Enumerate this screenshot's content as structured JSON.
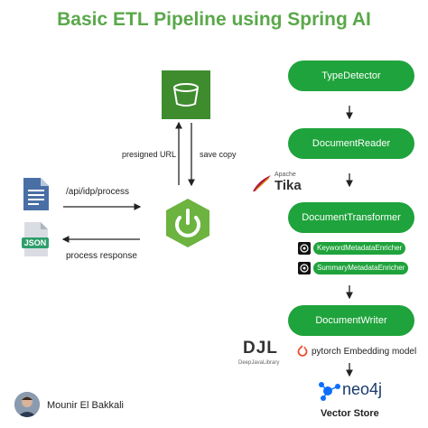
{
  "title": "Basic ETL Pipeline using Spring AI",
  "pipeline": {
    "type_detector": "TypeDetector",
    "document_reader": "DocumentReader",
    "document_transformer": "DocumentTransformer",
    "document_writer": "DocumentWriter"
  },
  "enrichers": {
    "keyword": "KeywordMetadataEnricher",
    "summary": "SummaryMetadataEnricher"
  },
  "labels": {
    "presigned_url": "presigned URL",
    "save_copy": "save copy",
    "api_endpoint": "/api/idp/process",
    "process_response": "process response",
    "json_badge": "JSON"
  },
  "logos": {
    "apache": "Apache",
    "tika": "Tika",
    "djl": "DJL",
    "djl_caption": "DeepJavaLibrary",
    "pytorch_text": "pytorch Embedding model",
    "neo4j": "neo4j",
    "vector_store": "Vector Store"
  },
  "author": "Mounir El Bakkali",
  "colors": {
    "title": "#5aa84a",
    "pill": "#1fa33c",
    "bucket": "#3f8c2f",
    "spring": "#6cb33f",
    "doc_blue": "#4a6fa5",
    "json_green": "#2e9e6b",
    "tika_red": "#b31b3b",
    "pytorch": "#ee4c2c",
    "neo4j_blue": "#0d6efd"
  }
}
